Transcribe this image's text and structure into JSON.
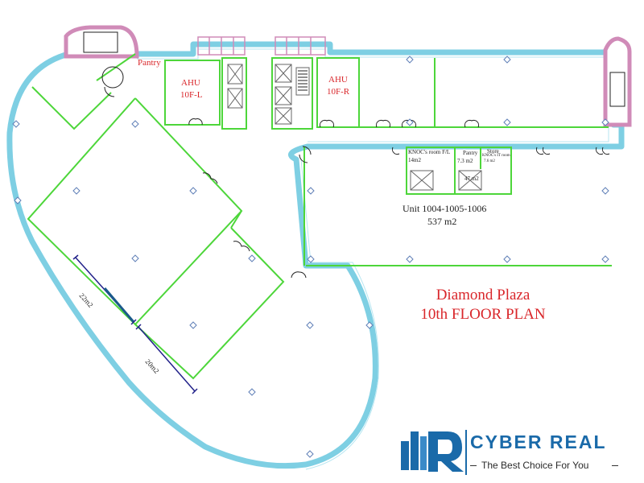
{
  "labels": {
    "pantry_left": "Pantry",
    "ahu_left_line1": "AHU",
    "ahu_left_line2": "10F-L",
    "ahu_right_line1": "AHU",
    "ahu_right_line2": "10F-R",
    "knoc_room": "KNOC's  room F/L",
    "knoc_area": "14m2",
    "pantry_right": "Pantry",
    "pantry_right_area": "7.3 m2",
    "store": "Store",
    "knoc_it_room": "KNOC's IT room",
    "knoc_it_area": "7.6 m2",
    "core_area": "47 m2",
    "unit_name": "Unit 1004-1005-1006",
    "unit_area": "537 m2",
    "dim_upper": "22m2",
    "dim_lower": "20m2"
  },
  "title": {
    "line1": "Diamond Plaza",
    "line2": "10th FLOOR PLAN"
  },
  "logo": {
    "letter": "R",
    "brand": "CYBER REAL",
    "tagline": "The Best Choice For You"
  },
  "colors": {
    "outer_wall": "#7ecfe3",
    "partition": "#4dd63a",
    "title_red": "#d9262a",
    "brand_blue": "#1a6aa9"
  }
}
